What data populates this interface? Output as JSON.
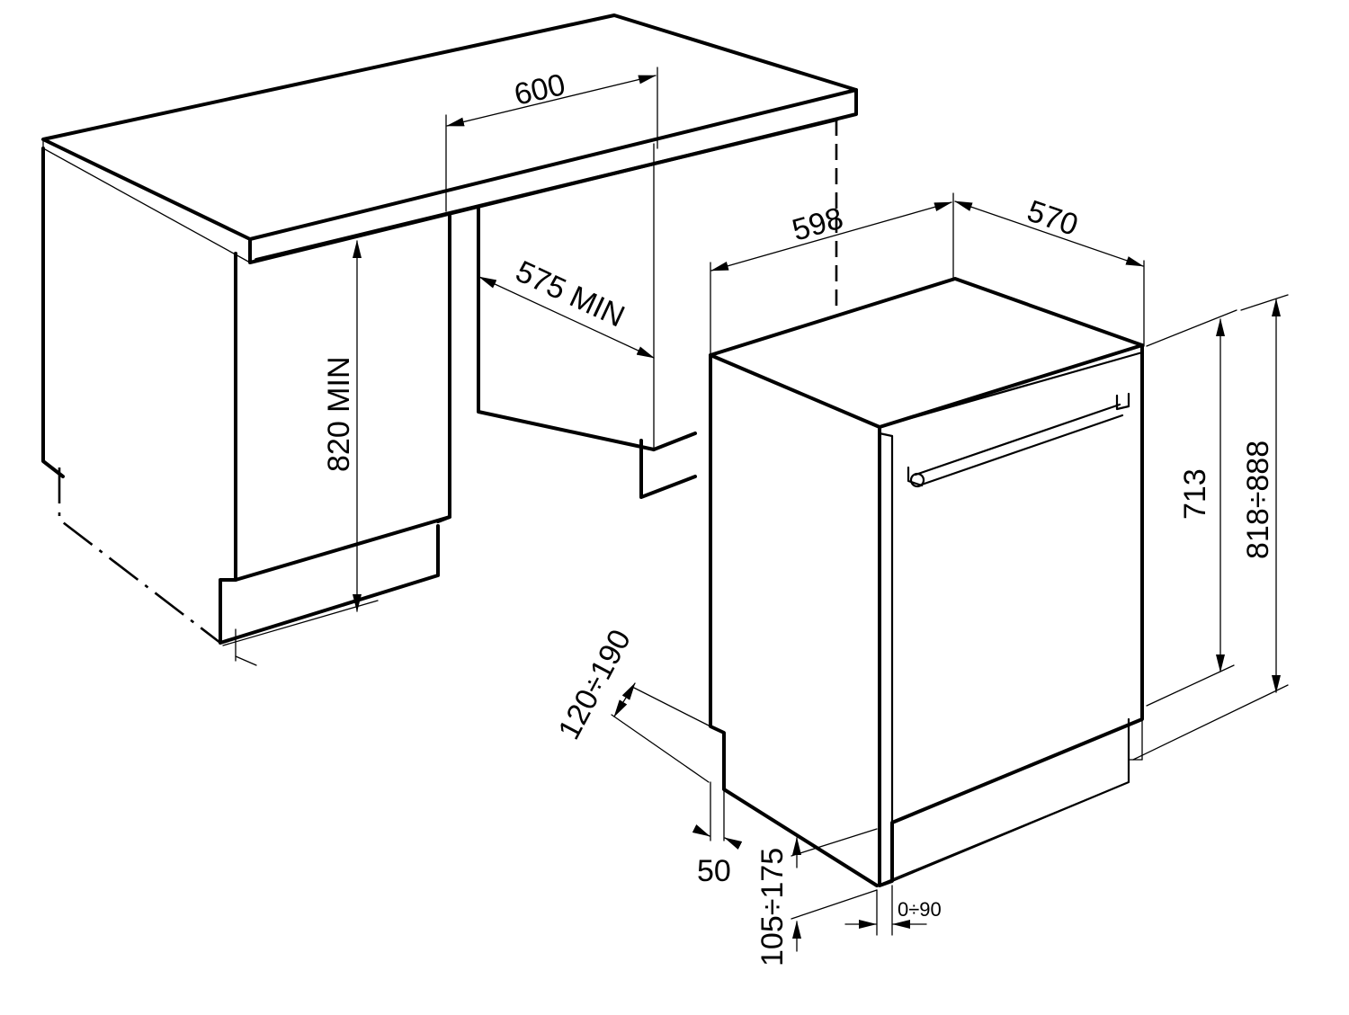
{
  "diagram": {
    "labels": {
      "width_opening": "600",
      "depth_opening": "575 MIN",
      "height_opening": "820 MIN",
      "appliance_width": "598",
      "appliance_depth": "570",
      "body_height": "713",
      "total_height": "818÷888",
      "door_offset": "120÷190",
      "plinth_setback": "50",
      "plinth_height": "105÷175",
      "door_clearance": "0÷90"
    }
  }
}
